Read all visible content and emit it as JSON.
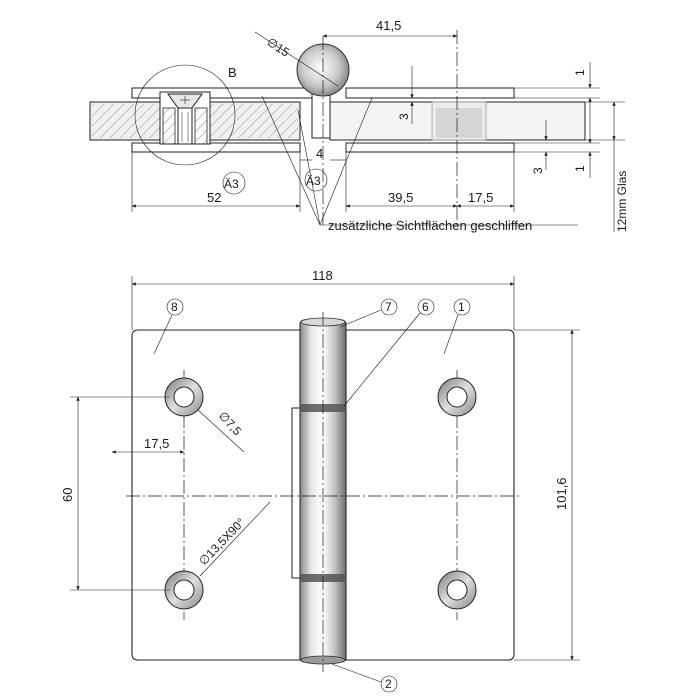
{
  "drawing": {
    "top_view": {
      "dim_overall_width": "41,5",
      "dim_pin_diameter": "15",
      "label_detail": "B",
      "dim_plate_thickness_top": "1",
      "dim_plate_thickness_bottom": "1",
      "dim_gap_upper": "3",
      "dim_gap_lower": "3",
      "dim_gap_center": "4",
      "dim_left_depth": "52",
      "dim_right_depth": "39,5",
      "dim_right_offset": "17,5",
      "marker_a3_left": "Ä3",
      "marker_a3_right": "Ä3",
      "glass_label": "12mm Glas",
      "note_ground_faces": "zusätzliche Sichtflächen geschliffen"
    },
    "front_view": {
      "dim_total_width": "118",
      "dim_height": "101,6",
      "dim_hole_spacing": "60",
      "dim_hole_offset": "17,5",
      "dim_hole_diameter": "7,5",
      "dim_countersink": "13,5X90°",
      "callouts": [
        "1",
        "2",
        "6",
        "7",
        "8"
      ]
    }
  }
}
